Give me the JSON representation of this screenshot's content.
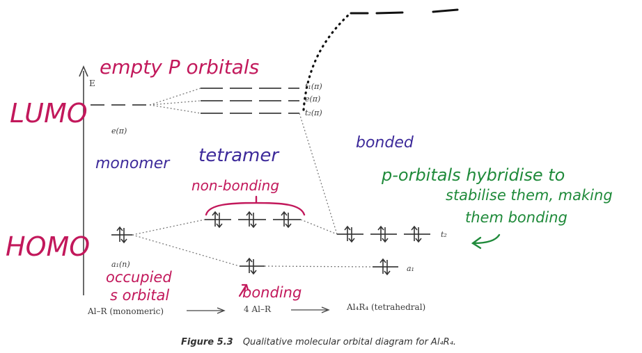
{
  "colors": {
    "ink_pink": "#c2185b",
    "ink_purple": "#3d2a9a",
    "ink_green": "#1f8a3a",
    "print": "#3a3a3a"
  },
  "axis": {
    "label": "E"
  },
  "printed_labels": {
    "t1_pi": "t₁(π)",
    "e_pi_right": "e(π)",
    "t2_pi": "t₂(π)",
    "e_pi_left": "e(π)",
    "a1_n": "a₁(n)",
    "t2": "t₂",
    "a1": "a₁",
    "monomer_bottom": "Al–R (monomeric)",
    "tetramer_bottom": "4 Al–R",
    "tetrahedral_bottom": "Al₄R₄ (tetrahedral)"
  },
  "caption": {
    "figure_label": "Figure 5.3",
    "text": "Qualitative molecular orbital diagram for Al₄R₄."
  },
  "annotations": {
    "empty_p": "empty P orbitals",
    "lumo": "LUMO",
    "homo": "HOMO",
    "monomer": "monomer",
    "tetramer": "tetramer",
    "bonded": "bonded",
    "non_bonding": "non-bonding",
    "occupied": "occupied",
    "s_orbital": "s orbital",
    "bonding": "bonding",
    "p_orbitals_1": "p-orbitals hybridise to",
    "p_orbitals_2": "stabilise them, making",
    "p_orbitals_3": "them bonding"
  }
}
